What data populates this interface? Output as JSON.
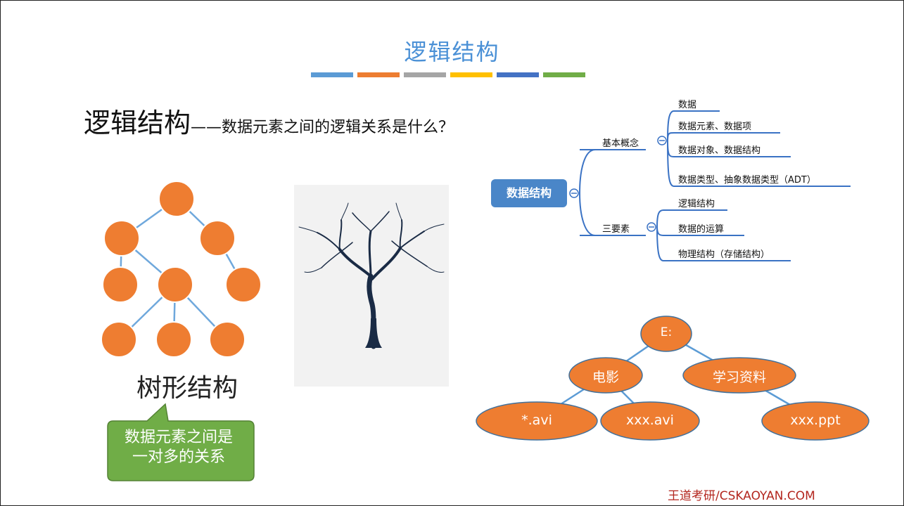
{
  "title": "逻辑结构",
  "color_bars": [
    "#5b9bd5",
    "#ed7d31",
    "#a5a5a5",
    "#ffc000",
    "#4472c4",
    "#70ad47"
  ],
  "heading": {
    "main": "逻辑结构",
    "dash": "——",
    "sub": "数据元素之间的逻辑关系是什么？"
  },
  "tree_label": "树形结构",
  "callout": [
    "数据元素之间是",
    "一对多的关系"
  ],
  "mindmap": {
    "root": "数据结构",
    "branches": [
      {
        "label": "基本概念",
        "children": [
          "数据",
          "数据元素、数据项",
          "数据对象、数据结构",
          "数据类型、抽象数据类型（ADT）"
        ]
      },
      {
        "label": "三要素",
        "children": [
          "逻辑结构",
          "数据的运算",
          "物理结构（存储结构）"
        ]
      }
    ]
  },
  "file_tree": {
    "root": "E:",
    "level1": [
      "电影",
      "学习资料"
    ],
    "leaves": [
      "*.avi",
      "xxx.avi",
      "xxx.ppt"
    ]
  },
  "footer": "王道考研/CSKAOYAN.COM"
}
